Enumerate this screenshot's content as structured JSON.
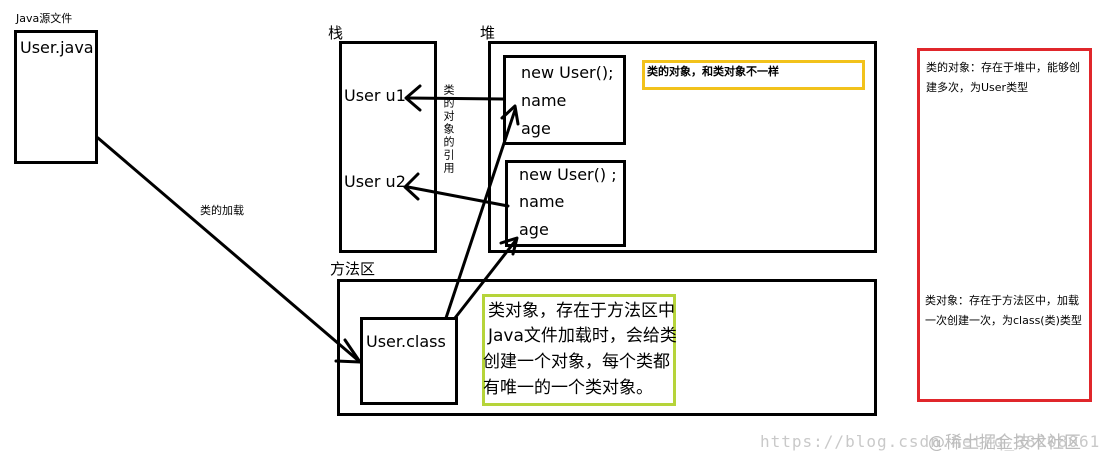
{
  "source": {
    "caption": "Java源文件",
    "file": "User.java"
  },
  "class_loading_label": "类的加载",
  "stack": {
    "title": "栈",
    "u1": "User u1",
    "u2": "User u2",
    "reference_label": "类的对象的引用"
  },
  "heap": {
    "title": "堆",
    "obj1": {
      "line1": "new User();",
      "line2": "name",
      "line3": "age"
    },
    "obj2": {
      "line1": "new User() ;",
      "line2": "name",
      "line3": "age"
    },
    "note": "类的对象，和类对象不一样"
  },
  "method_area": {
    "title": "方法区",
    "class_file": "User.class",
    "note_lines": [
      "类对象，存在于方法区中",
      "Java文件加载时，会给类",
      "创建一个对象，每个类都",
      "有唯一的一个类对象。"
    ]
  },
  "right_panel": {
    "text1": "类的对象：存在于堆中，能够创建多次，为User类型",
    "text2": "类对象：存在于方法区中，加载一次创建一次，为class(类)类型"
  },
  "watermark": {
    "url": "https://blog.csdn.net/q_38208061",
    "site": "@稀土掘金技术社区"
  },
  "colors": {
    "line": "#000000",
    "heap_note_border": "#f2c21b",
    "method_note_border": "#b6d43a",
    "right_panel_border": "#e0262b"
  }
}
